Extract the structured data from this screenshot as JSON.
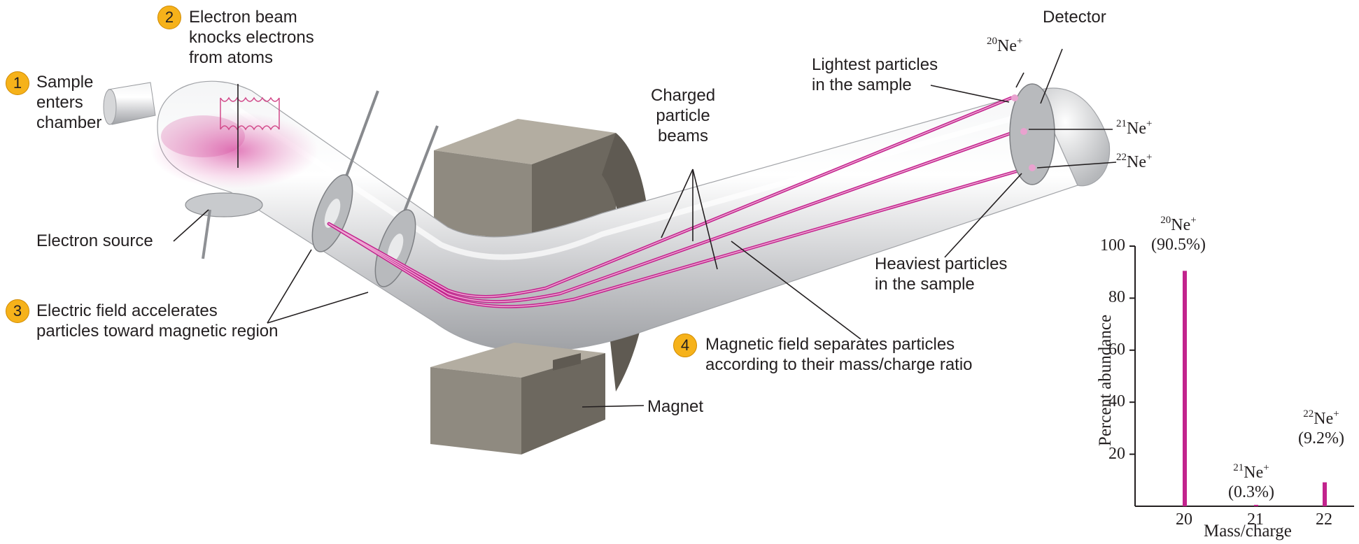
{
  "labels": {
    "step1": {
      "num": "1",
      "lines": [
        "Sample",
        "enters",
        "chamber"
      ]
    },
    "step2": {
      "num": "2",
      "lines": [
        "Electron beam",
        "knocks electrons",
        "from atoms"
      ]
    },
    "step3": {
      "num": "3",
      "lines": [
        "Electric field accelerates",
        "particles toward magnetic region"
      ]
    },
    "step4": {
      "num": "4",
      "lines": [
        "Magnetic field separates particles",
        "according to their mass/charge ratio"
      ]
    },
    "electron_source": "Electron source",
    "charged_beams": [
      "Charged",
      "particle",
      "beams"
    ],
    "lightest": [
      "Lightest particles",
      "in the sample"
    ],
    "heaviest": [
      "Heaviest particles",
      "in the sample"
    ],
    "detector": "Detector",
    "magnet": "Magnet"
  },
  "ions": {
    "ne20": {
      "mass": "20",
      "sym": "Ne",
      "charge": "+"
    },
    "ne21": {
      "mass": "21",
      "sym": "Ne",
      "charge": "+"
    },
    "ne22": {
      "mass": "22",
      "sym": "Ne",
      "charge": "+"
    }
  },
  "colors": {
    "beam": "#c2238d",
    "badge": "#f6b21a",
    "magnet": "#8f8a80",
    "tube": "#d9dadc"
  },
  "chart_data": {
    "type": "bar",
    "categories": [
      "20",
      "21",
      "22"
    ],
    "values": [
      90.5,
      0.3,
      9.2
    ],
    "bar_labels": [
      {
        "mass": "20",
        "sym": "Ne",
        "charge": "+",
        "pct": "(90.5%)"
      },
      {
        "mass": "21",
        "sym": "Ne",
        "charge": "+",
        "pct": "(0.3%)"
      },
      {
        "mass": "22",
        "sym": "Ne",
        "charge": "+",
        "pct": "(9.2%)"
      }
    ],
    "yticks": [
      "20",
      "40",
      "60",
      "80",
      "100"
    ],
    "ytick_values": [
      20,
      40,
      60,
      80,
      100
    ],
    "xlabel": "Mass/charge",
    "ylabel": "Percent abundance",
    "ylim": [
      0,
      100
    ],
    "grid": false
  }
}
